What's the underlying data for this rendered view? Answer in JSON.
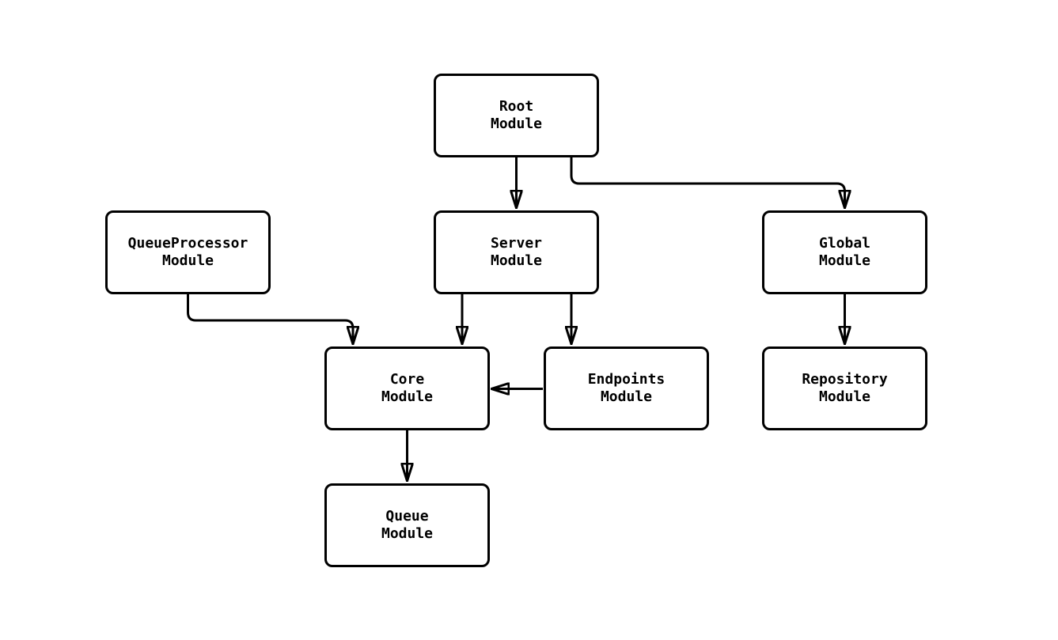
{
  "diagram": {
    "type": "module-dependency-flowchart",
    "background_color": "#ffffff",
    "node_fill_color": "#ffffff",
    "stroke_color": "#000000",
    "nodes": {
      "root": {
        "label": "Root\nModule"
      },
      "queueprocessor": {
        "label": "QueueProcessor\nModule"
      },
      "server": {
        "label": "Server\nModule"
      },
      "global": {
        "label": "Global\nModule"
      },
      "core": {
        "label": "Core\nModule"
      },
      "endpoints": {
        "label": "Endpoints\nModule"
      },
      "repository": {
        "label": "Repository\nModule"
      },
      "queue": {
        "label": "Queue\nModule"
      }
    },
    "edges": [
      {
        "from": "Root Module",
        "to": "Server Module"
      },
      {
        "from": "Root Module",
        "to": "Global Module"
      },
      {
        "from": "Server Module",
        "to": "Core Module"
      },
      {
        "from": "Server Module",
        "to": "Endpoints Module"
      },
      {
        "from": "QueueProcessor Module",
        "to": "Core Module"
      },
      {
        "from": "Endpoints Module",
        "to": "Core Module"
      },
      {
        "from": "Global Module",
        "to": "Repository Module"
      },
      {
        "from": "Core Module",
        "to": "Queue Module"
      }
    ]
  }
}
